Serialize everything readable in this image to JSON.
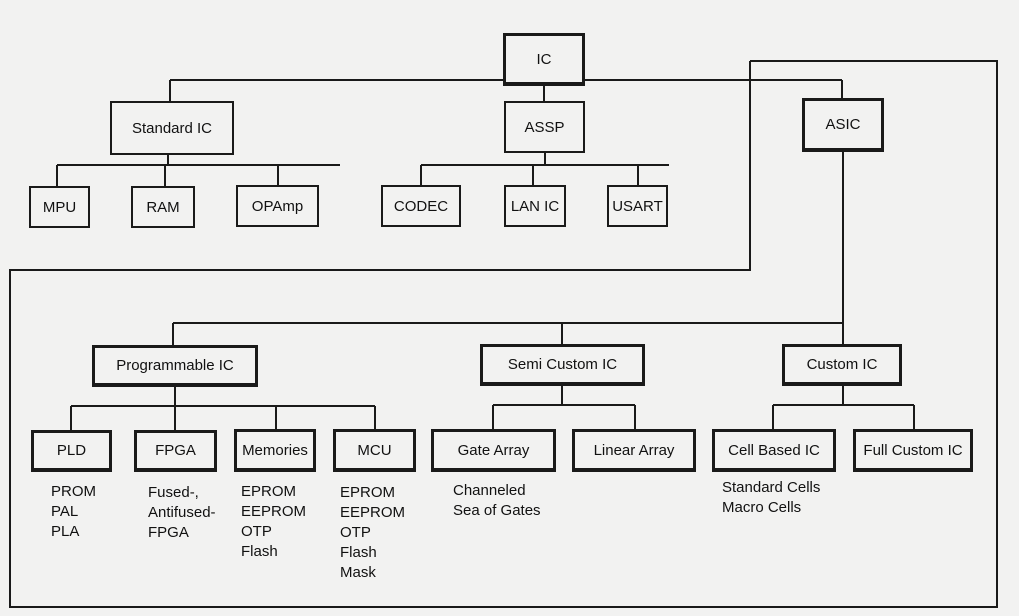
{
  "root": "IC",
  "level1": [
    "Standard IC",
    "ASSP",
    "ASIC"
  ],
  "standard_children": [
    "MPU",
    "RAM",
    "OPAmp"
  ],
  "assp_children": [
    "CODEC",
    "LAN IC",
    "USART"
  ],
  "asic_children": [
    "Programmable IC",
    "Semi Custom IC",
    "Custom IC"
  ],
  "programmable_children": [
    "PLD",
    "FPGA",
    "Memories",
    "MCU"
  ],
  "semi_children": [
    "Gate Array",
    "Linear Array"
  ],
  "custom_children": [
    "Cell Based IC",
    "Full Custom IC"
  ],
  "notes": {
    "pld": [
      "PROM",
      "PAL",
      "PLA"
    ],
    "fpga": [
      "Fused-,",
      "Antifused-",
      "FPGA"
    ],
    "memories": [
      "EPROM",
      "EEPROM",
      "OTP",
      "Flash"
    ],
    "mcu": [
      "EPROM",
      "EEPROM",
      "OTP",
      "Flash",
      "Mask"
    ],
    "gate_array": [
      "Channeled",
      "Sea of Gates"
    ],
    "cell_based": [
      "Standard Cells",
      "Macro Cells"
    ]
  }
}
